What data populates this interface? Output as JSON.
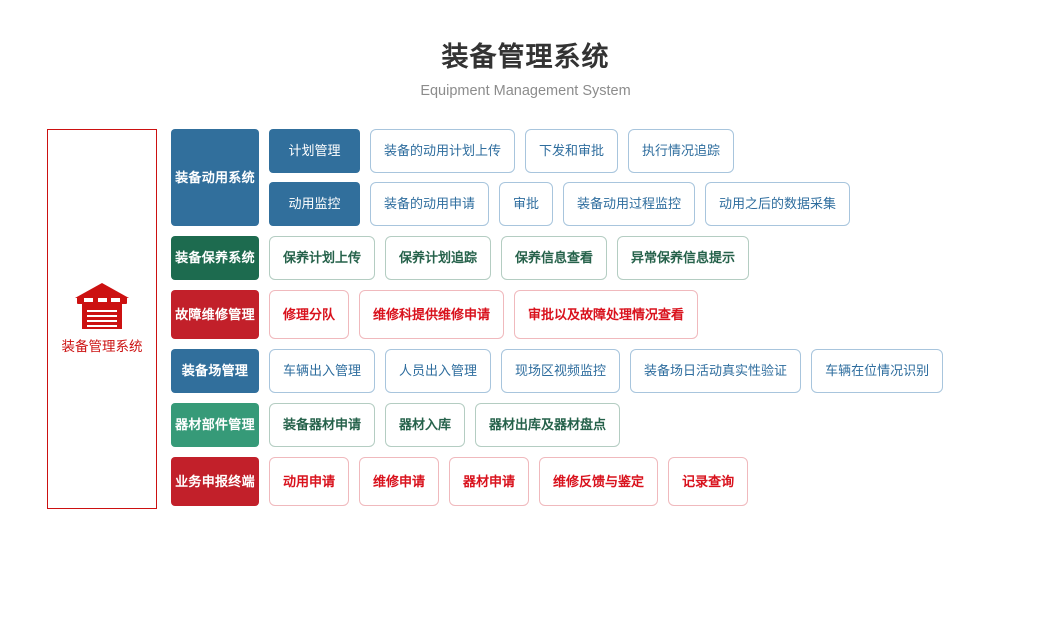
{
  "header": {
    "main_title": "装备管理系统",
    "sub_title": "Equipment Management System"
  },
  "root_panel": {
    "icon": "warehouse-icon",
    "label": "装备管理系统",
    "border_color": "#cc1111",
    "text_color": "#cc1111"
  },
  "palette": {
    "blue": "#316f9c",
    "dark_green": "#1d6b4f",
    "teal_green": "#369a78",
    "red": "#c2202a",
    "card_blue_text": "#2e6d9e",
    "card_blue_border": "#a8c5dd",
    "card_green_text": "#26624b",
    "card_green_border": "#b4cdc2",
    "card_red_text": "#d9121d",
    "card_red_border": "#f0b9bd"
  },
  "bands": [
    {
      "category": "装备动用系统",
      "theme": "blue",
      "subrows": [
        {
          "subcategory": "计划管理",
          "cards": [
            "装备的动用计划上传",
            "下发和审批",
            "执行情况追踪"
          ]
        },
        {
          "subcategory": "动用监控",
          "cards": [
            "装备的动用申请",
            "审批",
            "装备动用过程监控",
            "动用之后的数据采集"
          ]
        }
      ]
    },
    {
      "category": "装备保养系统",
      "theme": "green",
      "subrows": [
        {
          "subcategory": null,
          "cards": [
            "保养计划上传",
            "保养计划追踪",
            "保养信息查看",
            "异常保养信息提示"
          ]
        }
      ]
    },
    {
      "category": "故障维修管理",
      "theme": "red",
      "subrows": [
        {
          "subcategory": null,
          "cards": [
            "修理分队",
            "维修科提供维修申请",
            "审批以及故障处理情况查看"
          ]
        }
      ]
    },
    {
      "category": "装备场管理",
      "theme": "blue",
      "subrows": [
        {
          "subcategory": null,
          "cards": [
            "车辆出入管理",
            "人员出入管理",
            "现场区视频监控",
            "装备场日活动真实性验证",
            "车辆在位情况识别"
          ]
        }
      ]
    },
    {
      "category": "器材部件管理",
      "theme": "teal",
      "subrows": [
        {
          "subcategory": null,
          "cards": [
            "装备器材申请",
            "器材入库",
            "器材出库及器材盘点"
          ]
        }
      ]
    },
    {
      "category": "业务申报终端",
      "theme": "red",
      "subrows": [
        {
          "subcategory": null,
          "cards": [
            "动用申请",
            "维修申请",
            "器材申请",
            "维修反馈与鉴定",
            "记录查询"
          ]
        }
      ]
    }
  ]
}
